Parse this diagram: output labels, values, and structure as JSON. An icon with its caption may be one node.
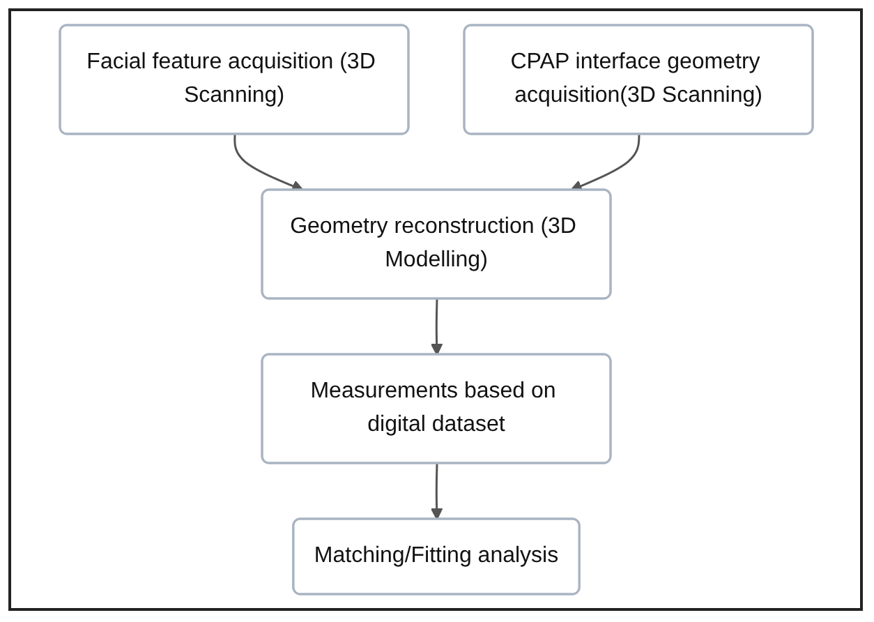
{
  "diagram": {
    "nodes": [
      {
        "text": [
          "Facial feature acquisition (3D Scanning)"
        ]
      },
      {
        "text": [
          "CPAP interface geometry acquisition(3D Scanning)"
        ]
      },
      {
        "text": [
          "Geometry reconstruction (3D Modelling)"
        ]
      },
      {
        "text": [
          "Measurements based on digital dataset"
        ]
      },
      {
        "text": [
          "Matching/Fitting analysis"
        ]
      }
    ],
    "edges": [
      {
        "from": 0,
        "to": 2,
        "arrow": "to"
      },
      {
        "from": 1,
        "to": 2,
        "arrow": "to"
      },
      {
        "from": 2,
        "to": 3,
        "arrow": "to"
      },
      {
        "from": 3,
        "to": 4,
        "arrow": "to"
      }
    ]
  }
}
